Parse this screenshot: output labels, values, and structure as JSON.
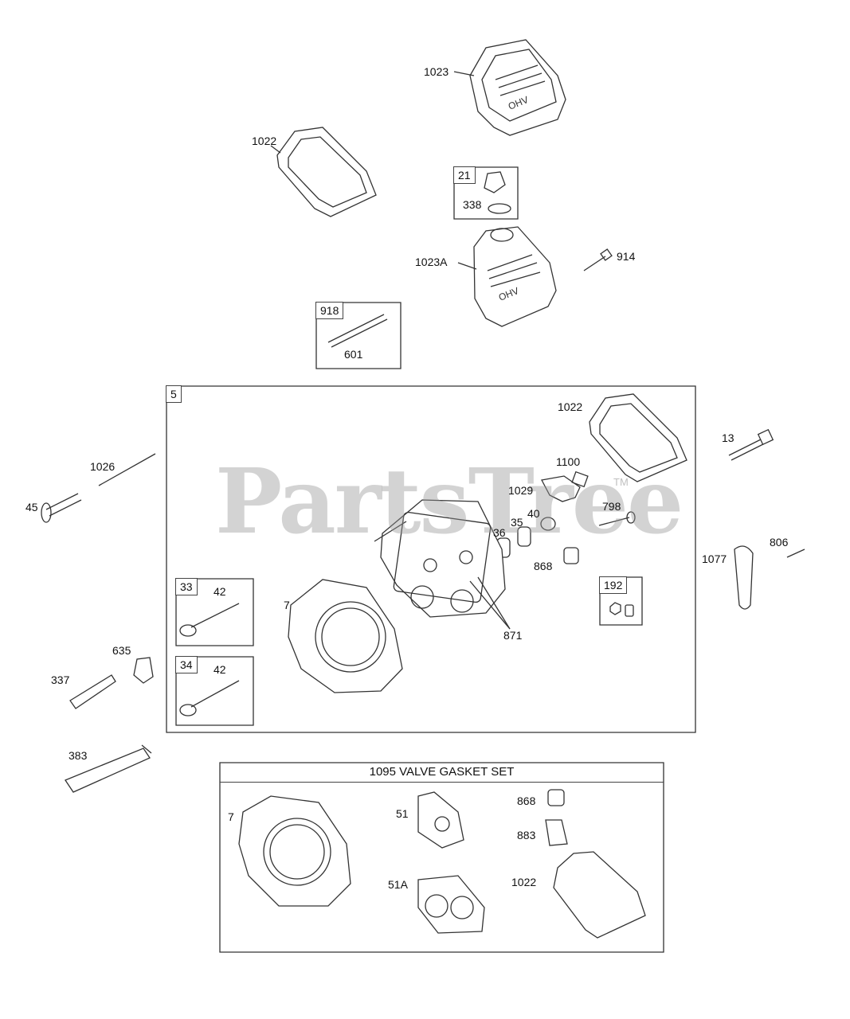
{
  "watermark": {
    "text": "PartsTree",
    "trademark": "TM"
  },
  "callouts": {
    "c1023": "1023",
    "c1022_top": "1022",
    "c21": "21",
    "c338": "338",
    "c1023A": "1023A",
    "c914": "914",
    "c918": "918",
    "c601": "601",
    "c5": "5",
    "c1022_head": "1022",
    "c13": "13",
    "c1100": "1100",
    "c1029": "1029",
    "c798": "798",
    "c40": "40",
    "c35": "35",
    "c36": "36",
    "c868_head": "868",
    "c1026": "1026",
    "c45": "45",
    "c1077": "1077",
    "c806": "806",
    "c192": "192",
    "c33": "33",
    "c42_a": "42",
    "c7_head": "7",
    "c871": "871",
    "c34": "34",
    "c42_b": "42",
    "c635": "635",
    "c337": "337",
    "c383": "383",
    "c7_set": "7",
    "c51": "51",
    "c868_set": "868",
    "c883": "883",
    "c51A": "51A",
    "c1022_set": "1022"
  },
  "gasket_set": {
    "title": "1095 VALVE GASKET SET"
  },
  "colors": {
    "line": "#444444",
    "watermark": "#969696"
  }
}
